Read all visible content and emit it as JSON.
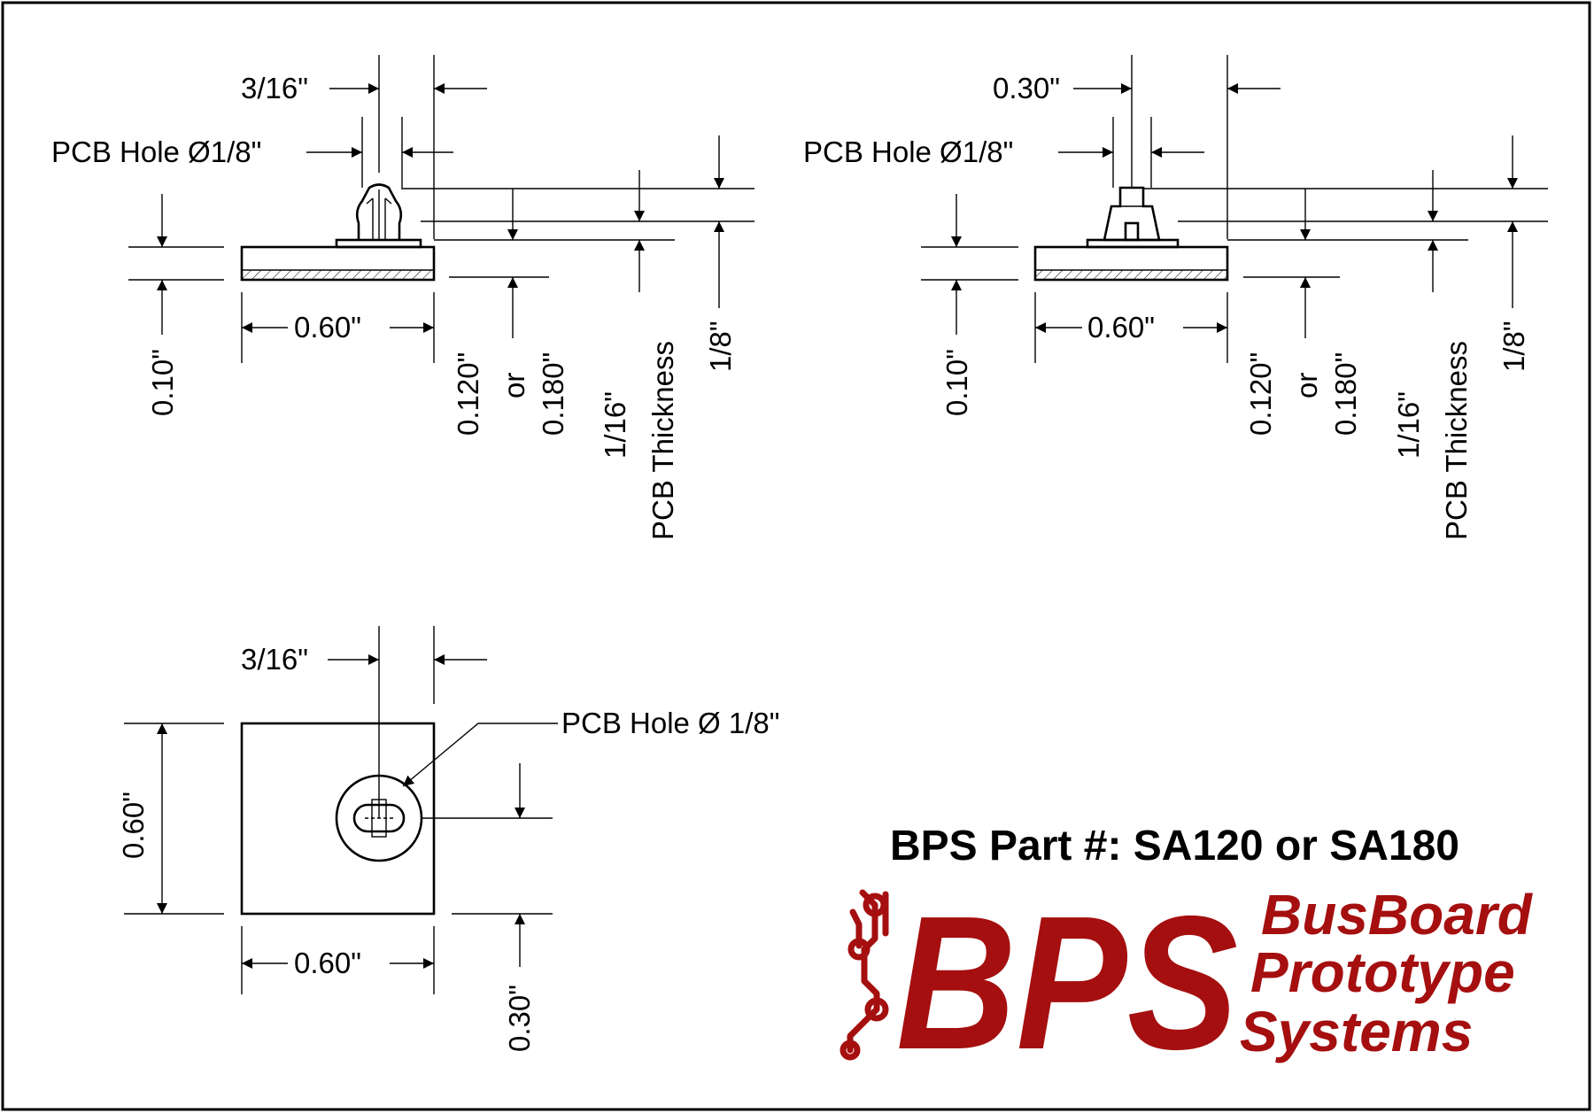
{
  "colors": {
    "brand": "#a50f0f",
    "ink": "#000000"
  },
  "side_view_1": {
    "pin_width": "3/16\"",
    "hole_callout": "PCB Hole Ø1/8\"",
    "base_width": "0.60\"",
    "base_thickness": "0.10\"",
    "height_a": "0.120\"",
    "height_or": "or",
    "height_b": "0.180\"",
    "pcb_thickness_value": "1/16\"",
    "pcb_thickness_label": "PCB Thickness",
    "pcb_max": "1/8\""
  },
  "side_view_2": {
    "pin_offset": "0.30\"",
    "hole_callout": "PCB Hole Ø1/8\"",
    "base_width": "0.60\"",
    "base_thickness": "0.10\"",
    "height_a": "0.120\"",
    "height_or": "or",
    "height_b": "0.180\"",
    "pcb_thickness_value": "1/16\"",
    "pcb_thickness_label": "PCB Thickness",
    "pcb_max": "1/8\""
  },
  "top_view": {
    "pin_width": "3/16\"",
    "hole_callout": "PCB Hole Ø 1/8\"",
    "height": "0.60\"",
    "width": "0.60\"",
    "center_offset": "0.30\""
  },
  "part_number": "BPS Part #: SA120 or SA180",
  "logo": {
    "letters": "BPS",
    "line1": "BusBoard",
    "line2": "Prototype",
    "line3": "Systems"
  }
}
